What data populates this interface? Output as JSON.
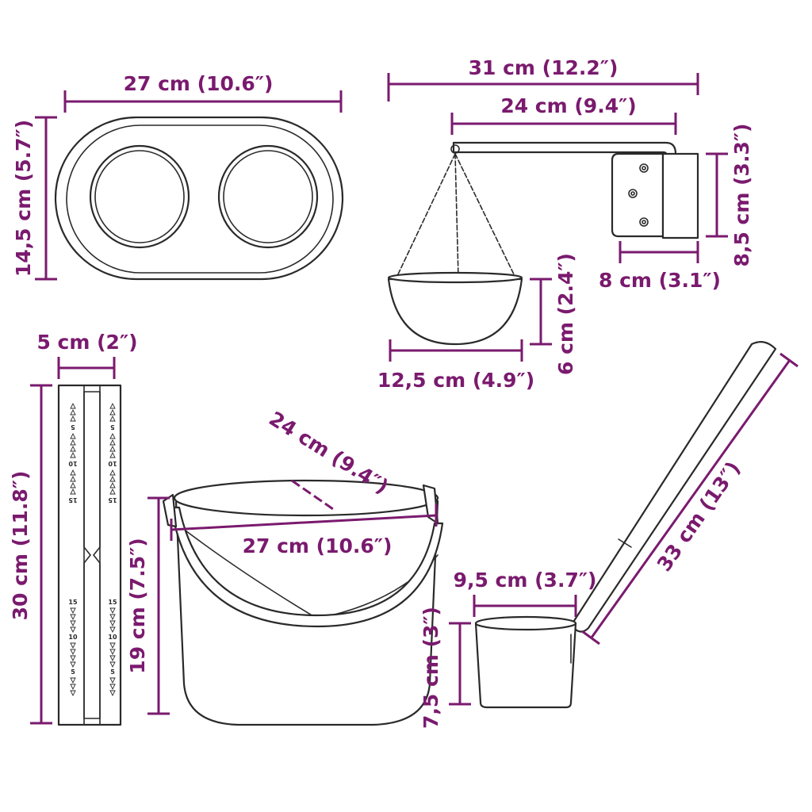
{
  "accent_color": "#7a1a6e",
  "line_color": "#2a2a2a",
  "headrest": {
    "width_label": "27 cm (10.6″)",
    "height_label": "14,5 cm (5.7″)"
  },
  "hanger": {
    "total_width_label": "31 cm (12.2″)",
    "arm_width_label": "24 cm (9.4″)",
    "bracket_height_label": "8,5 cm (3.3″)",
    "bracket_width_label": "8 cm (3.1″)",
    "bowl_height_label": "6 cm (2.4″)",
    "bowl_width_label": "12,5 cm (4.9″)"
  },
  "hourglass": {
    "width_label": "5 cm (2″)",
    "height_label": "30 cm (11.8″)",
    "scale_marks": [
      "5",
      "10",
      "15"
    ]
  },
  "bucket": {
    "inner_diameter_label": "24 cm (9.4″)",
    "outer_diameter_label": "27 cm (10.6″)",
    "height_label": "19 cm (7.5″)"
  },
  "ladle": {
    "length_label": "33 cm (13″)",
    "cup_width_label": "9,5 cm (3.7″)",
    "cup_height_label": "7,5 cm (3″)"
  }
}
